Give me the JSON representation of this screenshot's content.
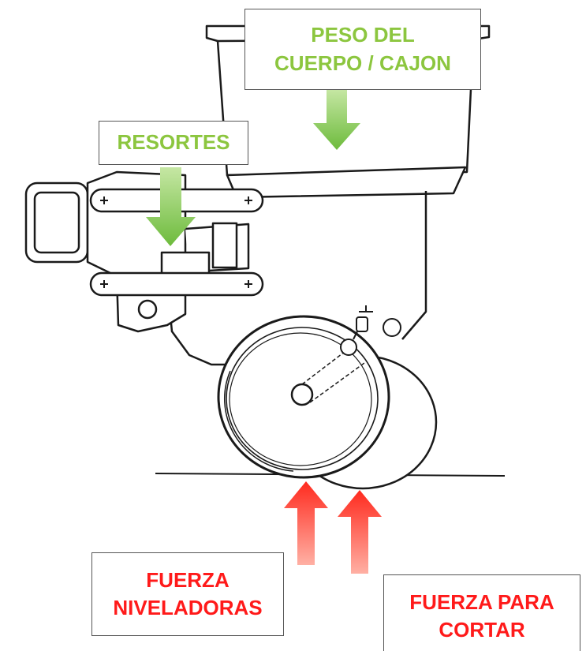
{
  "labels": {
    "body_weight": {
      "line1": "PESO DEL",
      "line2": "CUERPO / CAJON"
    },
    "springs": {
      "line1": "RESORTES"
    },
    "leveling_force": {
      "line1": "FUERZA",
      "line2": "NIVELADORAS"
    },
    "cutting_force": {
      "line1": "FUERZA PARA",
      "line2": "CORTAR"
    }
  },
  "colors": {
    "down_arrow": "#7cc242",
    "up_arrow": "#ff3b2f",
    "green_text": "#8cc63f",
    "red_text": "#ff1a1a",
    "line_art": "#1a1a1a"
  },
  "icons": {
    "down_arrow": "arrow-down-icon",
    "up_arrow": "arrow-up-icon"
  }
}
